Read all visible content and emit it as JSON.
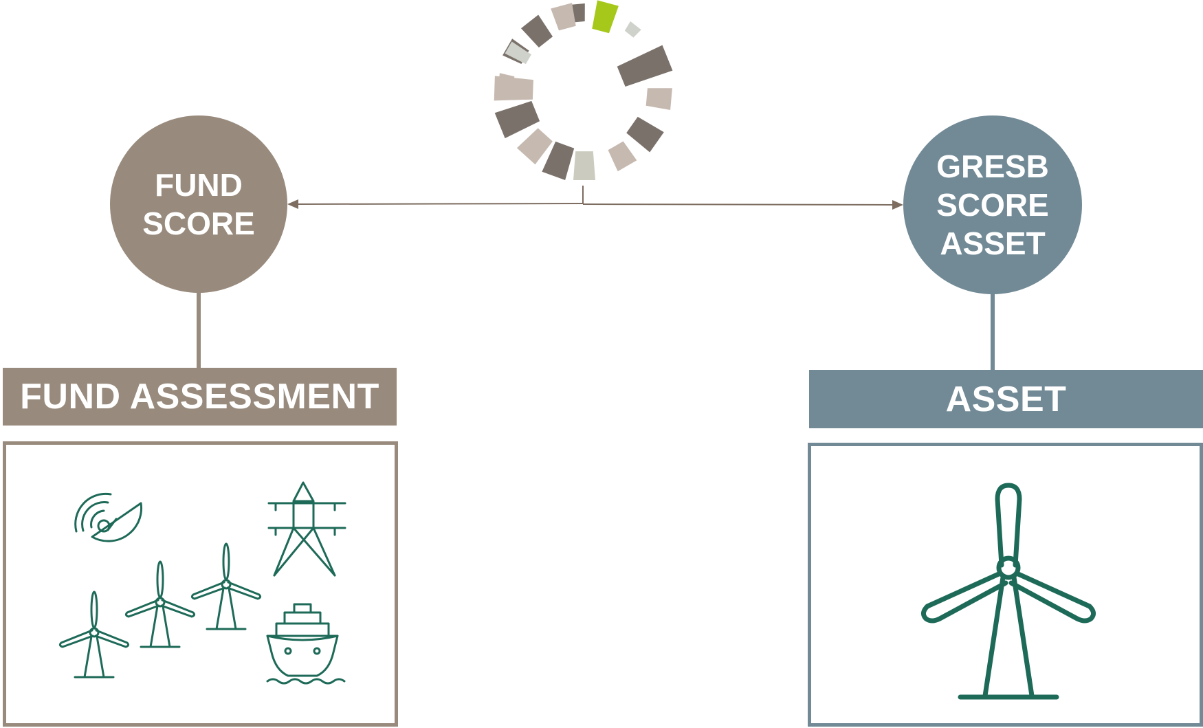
{
  "fund": {
    "circle_line1": "FUND",
    "circle_line2": "SCORE",
    "bar_label": "FUND ASSESSMENT"
  },
  "asset": {
    "circle_line1": "GRESB",
    "circle_line2": "SCORE",
    "circle_line3": "ASSET",
    "bar_label": "ASSET"
  },
  "colors": {
    "fund_brown": "#988a7c",
    "asset_blue_gray": "#718a96",
    "icon_green": "#1e6a58",
    "arrow": "#7d6c60",
    "logo_accent_green": "#a6c81a"
  },
  "icons": {
    "logo": "gresb-ring-logo-icon",
    "fund_panel": [
      "satellite-dish-icon",
      "power-pylon-icon",
      "wind-turbine-icon",
      "wind-turbine-icon",
      "wind-turbine-icon",
      "ship-icon"
    ],
    "asset_panel": [
      "wind-turbine-icon"
    ]
  }
}
